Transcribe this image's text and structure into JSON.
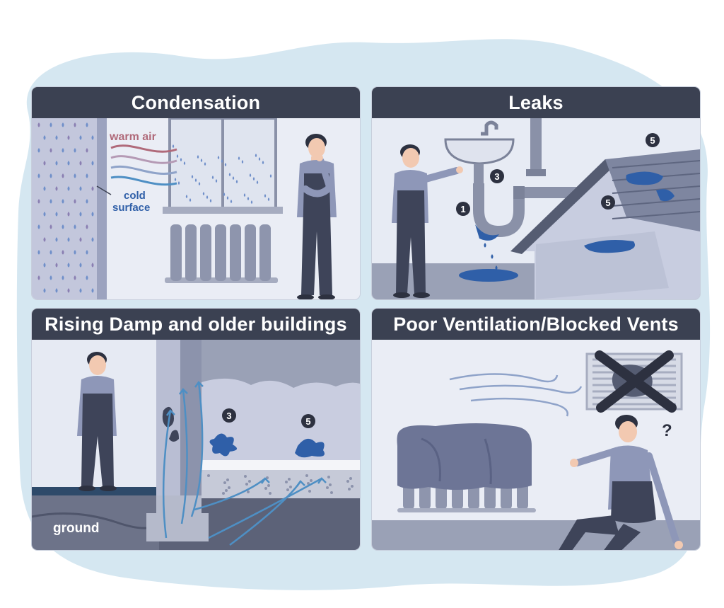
{
  "panels": {
    "condensation": {
      "title": "Condensation",
      "warm_label": "warm air",
      "cold_label_1": "cold",
      "cold_label_2": "surface"
    },
    "leaks": {
      "title": "Leaks",
      "markers": [
        "1",
        "3",
        "5",
        "5"
      ]
    },
    "rising_damp": {
      "title": "Rising Damp and older buildings",
      "ground_label": "ground",
      "markers": [
        "3",
        "5"
      ]
    },
    "ventilation": {
      "title": "Poor Ventilation/Blocked Vents",
      "question_mark": "?"
    }
  },
  "colors": {
    "header": "#3b4152",
    "panel_bg": "#e6eaf3",
    "water": "#2f5fa8",
    "warm_air": "#b06a7a",
    "cold_air": "#4e8fc4",
    "background_blob": "#d5e7f1"
  }
}
